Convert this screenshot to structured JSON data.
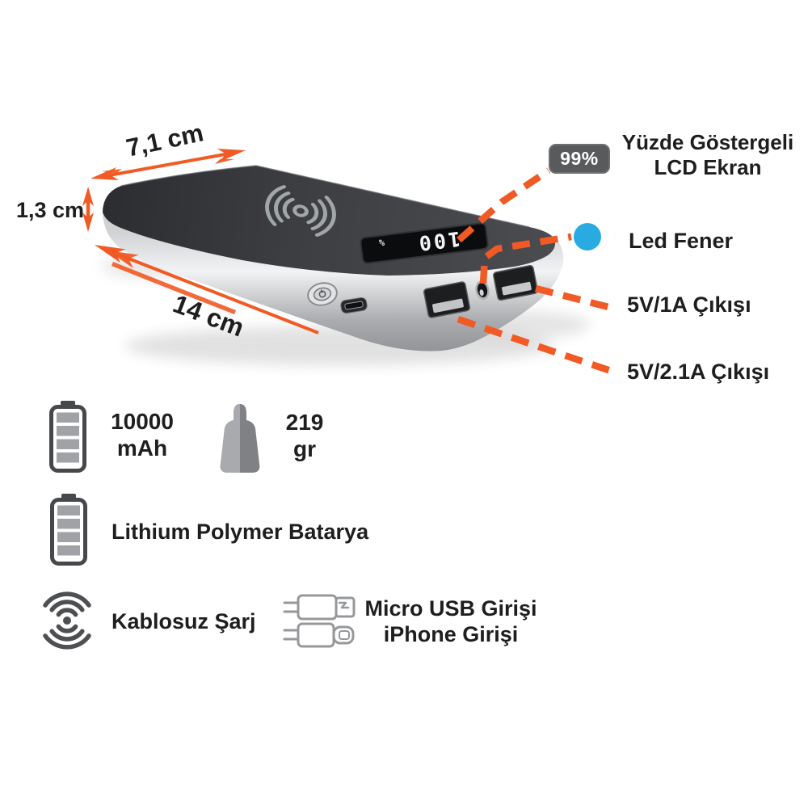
{
  "dimensions": {
    "width": "7,1 cm",
    "thickness": "1,3 cm",
    "length": "14 cm"
  },
  "device": {
    "badge": "99%",
    "lcd_value": "100",
    "lcd_unit": "%"
  },
  "callouts": {
    "lcd": {
      "line1": "Yüzde Göstergeli",
      "line2": "LCD Ekran"
    },
    "led": {
      "label": "Led Fener"
    },
    "output1": {
      "label": "5V/1A Çıkışı"
    },
    "output2": {
      "label": "5V/2.1A Çıkışı"
    }
  },
  "features": {
    "capacity": {
      "icon": "battery-icon",
      "value": "10000",
      "unit": "mAh"
    },
    "weight": {
      "icon": "weight-icon",
      "value": "219",
      "unit": "gr"
    },
    "battery_type": {
      "icon": "battery-icon",
      "label": "Lithium Polymer Batarya"
    },
    "wireless": {
      "icon": "wireless-waves-icon",
      "label": "Kablosuz Şarj"
    },
    "inputs": {
      "icon": "usb-cables-icon",
      "line1": "Micro USB Girişi",
      "line2": "iPhone Girişi"
    }
  },
  "colors": {
    "accent_orange": "#F15A24",
    "led_blue": "#29ABE2",
    "badge_bg": "#595A5C",
    "text": "#1E1E1E",
    "icon_gray": "#47484B"
  }
}
